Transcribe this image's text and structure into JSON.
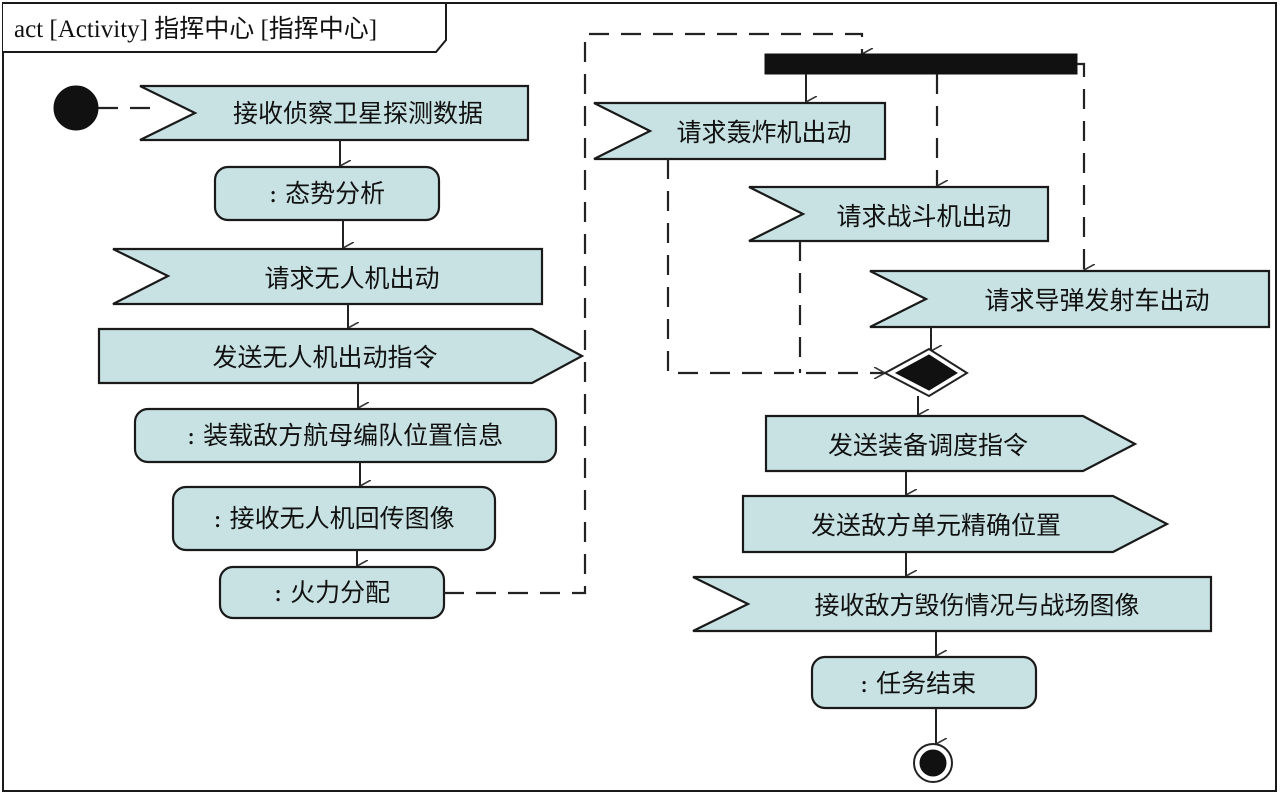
{
  "diagram": {
    "frame_title": "act [Activity] 指挥中心 [指挥中心]",
    "colors": {
      "node_fill": "#c8e2e4",
      "stroke": "#1a1a1a"
    },
    "nodes": {
      "receive_satellite": {
        "type": "accept-event",
        "label": "接收侦察卫星探测数据"
      },
      "situation_analysis": {
        "type": "action",
        "label": ": 态势分析"
      },
      "request_uav": {
        "type": "accept-event",
        "label": "请求无人机出动"
      },
      "send_uav_order": {
        "type": "send-signal",
        "label": "发送无人机出动指令"
      },
      "load_carrier_pos": {
        "type": "action",
        "label": ": 装载敌方航母编队位置信息"
      },
      "receive_uav_image": {
        "type": "action",
        "label": ": 接收无人机回传图像"
      },
      "fire_allocation": {
        "type": "action",
        "label": ": 火力分配"
      },
      "request_bomber": {
        "type": "accept-event",
        "label": "请求轰炸机出动"
      },
      "request_fighter": {
        "type": "accept-event",
        "label": "请求战斗机出动"
      },
      "request_missile": {
        "type": "accept-event",
        "label": "请求导弹发射车出动"
      },
      "send_dispatch": {
        "type": "send-signal",
        "label": "发送装备调度指令"
      },
      "send_enemy_pos": {
        "type": "send-signal",
        "label": "发送敌方单元精确位置"
      },
      "receive_damage": {
        "type": "accept-event",
        "label": "接收敌方毁伤情况与战场图像"
      },
      "mission_end": {
        "type": "action",
        "label": ": 任务结束"
      }
    },
    "control_nodes": [
      "initial-node",
      "fork-bar",
      "merge-diamond",
      "final-node"
    ]
  }
}
